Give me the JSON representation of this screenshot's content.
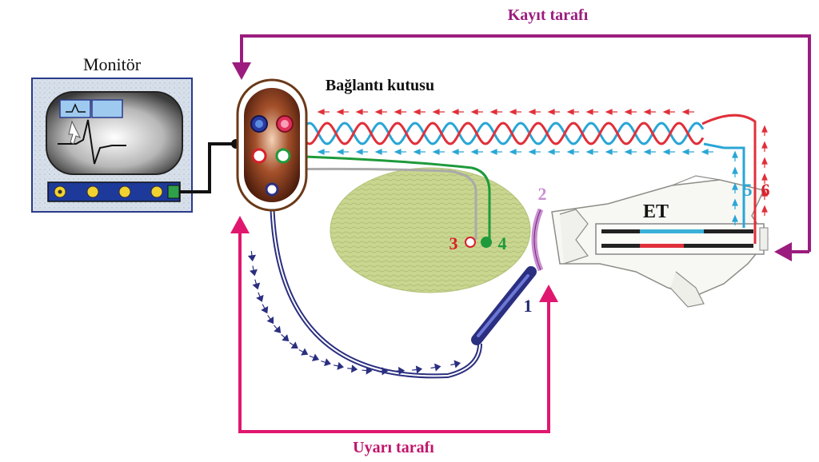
{
  "labels": {
    "kayit": "Kayıt tarafı",
    "uyari": "Uyarı tarafı",
    "monitor": "Monitör",
    "baglanti": "Bağlantı kutusu",
    "et": "ET",
    "n1": "1",
    "n2": "2",
    "n3": "3",
    "n4": "4",
    "n5": "5",
    "n6": "6"
  },
  "colors": {
    "kayit": "#9b1c7e",
    "uyari": "#e0176f",
    "red_wire": "#e0303a",
    "blue_wire": "#2aa6d6",
    "green_wire": "#1e9a3a",
    "stim_cable": "#2b2f80",
    "box_brown": "#7a3a12",
    "tissue": "#c8d38a"
  }
}
